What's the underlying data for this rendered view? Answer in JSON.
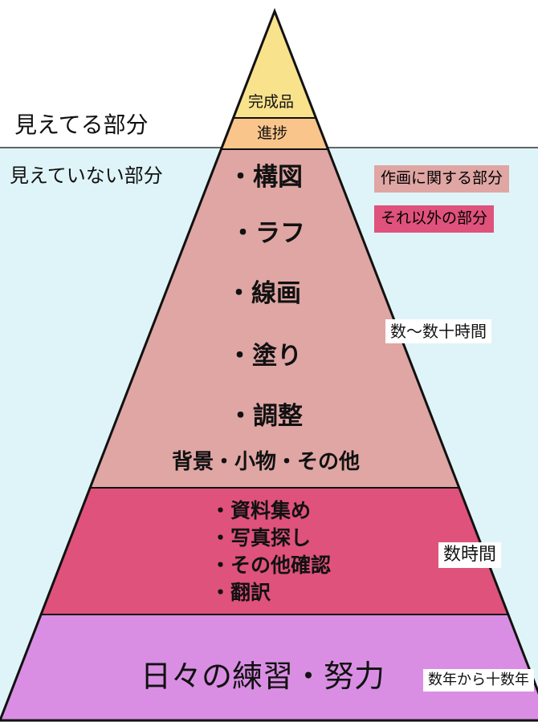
{
  "zones": {
    "visible_label": "見えてる部分",
    "hidden_label": "見えていない部分",
    "hidden_bg": "#dff4f8"
  },
  "pyramid": {
    "outline_color": "#111111",
    "tiers": [
      {
        "id": "apex-top",
        "label": "完成品",
        "color": "#f9e28c"
      },
      {
        "id": "apex-progress",
        "label": "進捗",
        "color": "#f9c58a"
      },
      {
        "id": "drawing",
        "color": "#dfa6a4",
        "items": [
          "・構図",
          "・ラフ",
          "・線画",
          "・塗り",
          "・調整",
          "背景・小物・その他"
        ]
      },
      {
        "id": "research",
        "color": "#df527c",
        "items": [
          "・資料集め",
          "・写真探し",
          "・その他確認",
          "・翻訳"
        ]
      },
      {
        "id": "base",
        "label": "日々の練習・努力",
        "color": "#d98ee3"
      }
    ]
  },
  "legend": [
    {
      "label": "作画に関する部分",
      "color": "#dfa6a4"
    },
    {
      "label": "それ以外の部分",
      "color": "#df527c"
    }
  ],
  "durations": {
    "drawing": "数～数十時間",
    "research": "数時間",
    "base": "数年から十数年"
  }
}
